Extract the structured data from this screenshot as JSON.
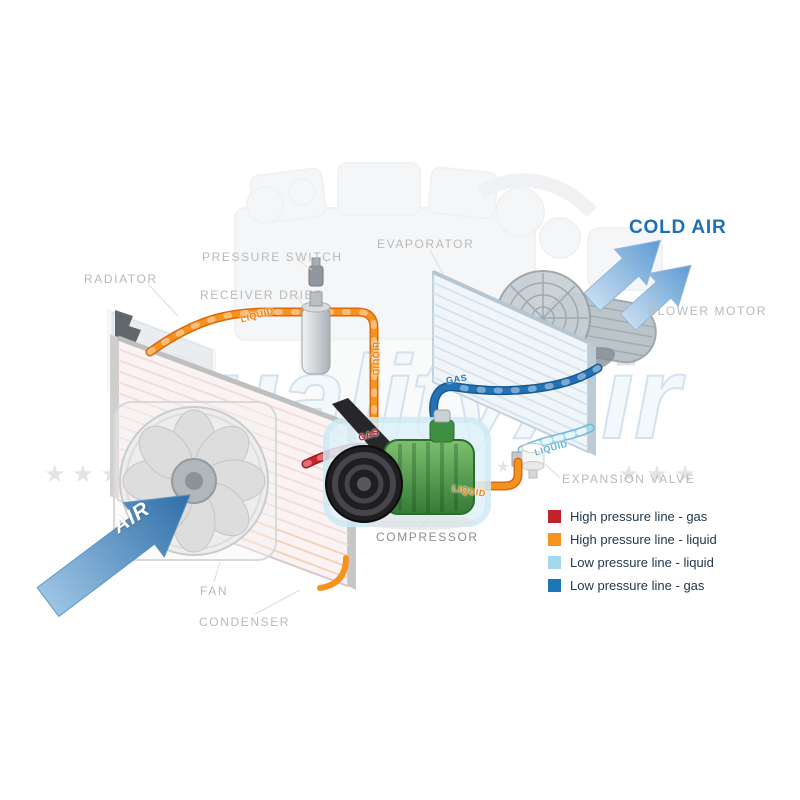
{
  "watermark": {
    "text": "QualityAir",
    "star": "★",
    "stars_row": "★ ★ ★"
  },
  "component_labels": {
    "radiator": "RADIATOR",
    "pressure_switch": "PRESSURE SWITCH",
    "receiver_drier": "RECEIVER DRIER",
    "evaporator": "EVAPORATOR",
    "blower_motor": "BLOWER MOTOR",
    "expansion_valve": "EXPANSION VALVE",
    "compressor": "COMPRESSOR",
    "fan": "FAN",
    "condenser": "CONDENSER"
  },
  "flow_labels": {
    "cold_air": "COLD AIR",
    "air": "AIR",
    "liquid": "LIQUID",
    "gas": "GAS"
  },
  "legend": {
    "items": [
      {
        "color": "#c0232c",
        "label": "High pressure line - gas"
      },
      {
        "color": "#f6921e",
        "label": "High pressure line - liquid"
      },
      {
        "color": "#a5d8ea",
        "label": "Low pressure line - liquid"
      },
      {
        "color": "#1b75bb",
        "label": "Low pressure line -  gas"
      }
    ]
  }
}
